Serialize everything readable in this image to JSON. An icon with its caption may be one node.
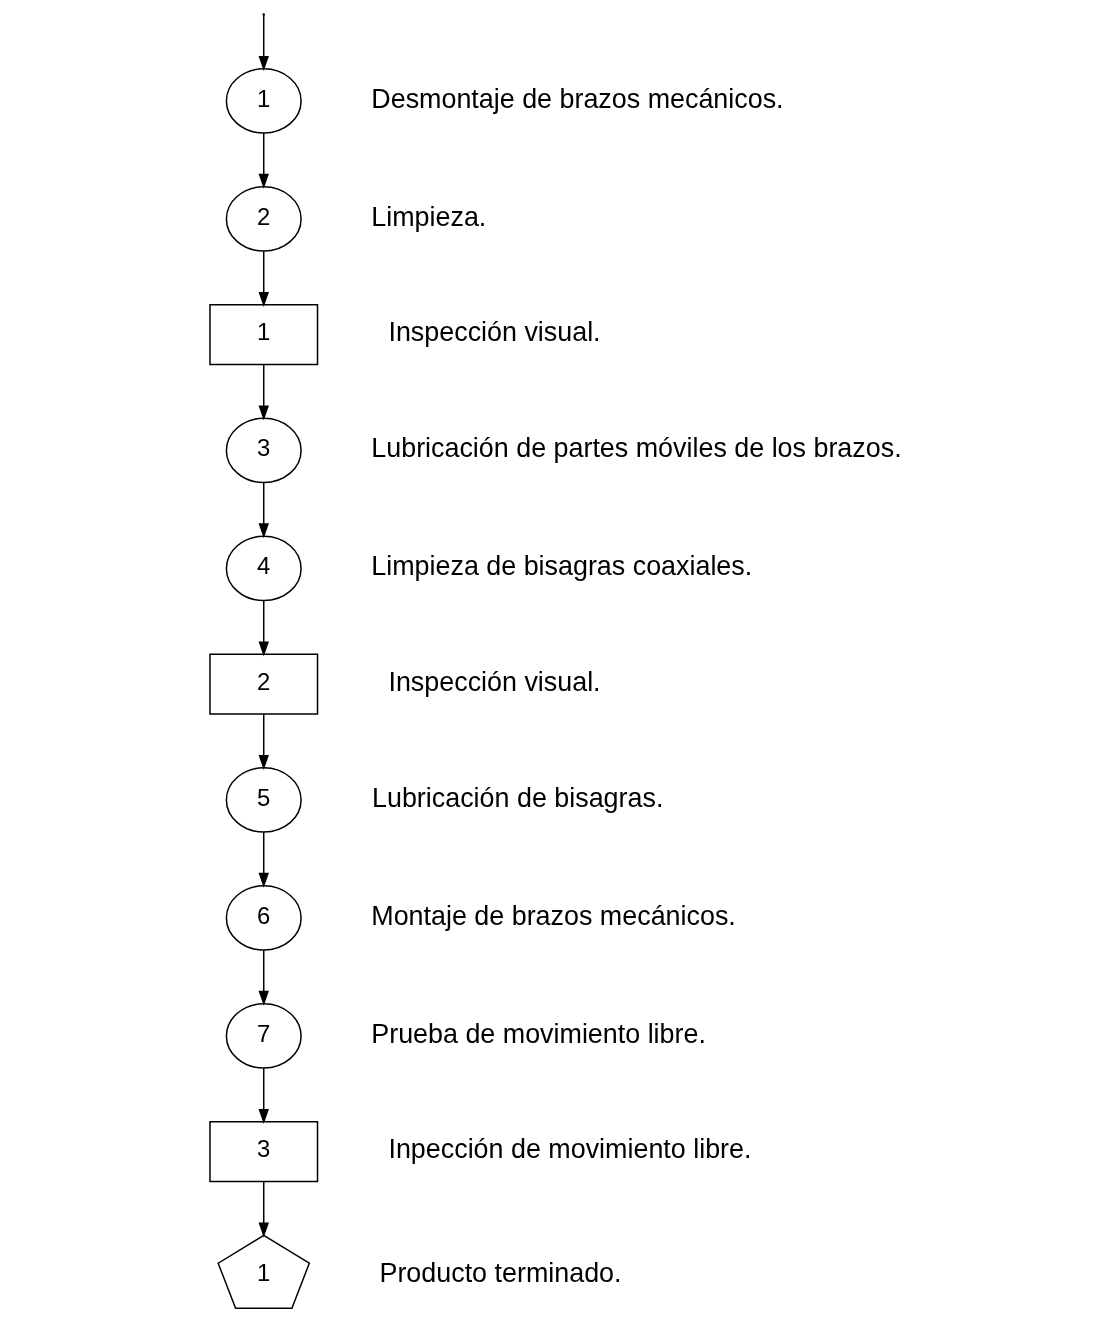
{
  "diagram": {
    "nodes": [
      {
        "text": [
          "1"
        ],
        "beside": [
          "Desmontaje de brazos mecánicos."
        ]
      },
      {
        "text": [
          "2"
        ],
        "beside": [
          "Limpieza."
        ]
      },
      {
        "text": [
          "1"
        ],
        "beside": [
          "Inspección visual."
        ]
      },
      {
        "text": [
          "3"
        ],
        "beside": [
          "Lubricación de partes móviles de los brazos."
        ]
      },
      {
        "text": [
          "4"
        ],
        "beside": [
          "Limpieza de bisagras coaxiales."
        ]
      },
      {
        "text": [
          "2"
        ],
        "beside": [
          "Inspección visual."
        ]
      },
      {
        "text": [
          "5"
        ],
        "beside": [
          "Lubricación de bisagras."
        ]
      },
      {
        "text": [
          "6"
        ],
        "beside": [
          "Montaje de brazos mecánicos."
        ]
      },
      {
        "text": [
          "7"
        ],
        "beside": [
          "Prueba de movimiento libre."
        ]
      },
      {
        "text": [
          "3"
        ],
        "beside": [
          "Inpección de movimiento libre."
        ]
      },
      {
        "text": [
          "1"
        ],
        "beside": [
          "Producto terminado."
        ]
      }
    ],
    "edges": [
      {
        "from": null,
        "to": 0,
        "arrow": "to"
      },
      {
        "from": 0,
        "to": 1,
        "arrow": "to"
      },
      {
        "from": 1,
        "to": 2,
        "arrow": "to"
      },
      {
        "from": 2,
        "to": 3,
        "arrow": "to"
      },
      {
        "from": 3,
        "to": 4,
        "arrow": "to"
      },
      {
        "from": 4,
        "to": 5,
        "arrow": "to"
      },
      {
        "from": 5,
        "to": 6,
        "arrow": "to"
      },
      {
        "from": 6,
        "to": 7,
        "arrow": "to"
      },
      {
        "from": 7,
        "to": 8,
        "arrow": "to"
      },
      {
        "from": 8,
        "to": 9,
        "arrow": "to"
      },
      {
        "from": 9,
        "to": 10,
        "arrow": "to"
      }
    ]
  }
}
